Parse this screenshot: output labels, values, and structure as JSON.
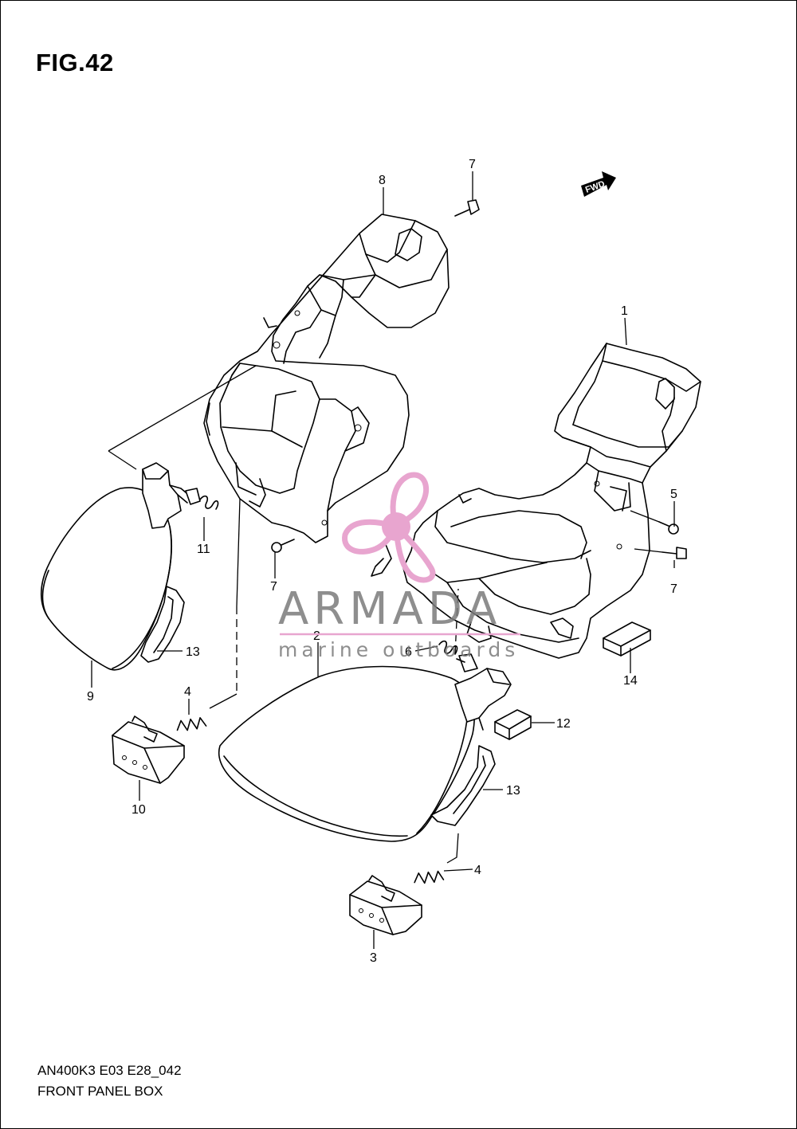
{
  "figure": {
    "title": "FIG.42",
    "model_code": "AN400K3 E03 E28_042",
    "name": "FRONT PANEL BOX",
    "direction_label": "FWD"
  },
  "watermark": {
    "brand": "ARMADA",
    "tagline": "marine outboards",
    "logo_color": "#e8a5cf",
    "text_color": "#7b7b7b"
  },
  "callouts": [
    {
      "id": "c8",
      "label": "8"
    },
    {
      "id": "c7a",
      "label": "7"
    },
    {
      "id": "c1",
      "label": "1"
    },
    {
      "id": "c5",
      "label": "5"
    },
    {
      "id": "c7b",
      "label": "7"
    },
    {
      "id": "c7c",
      "label": "7"
    },
    {
      "id": "c11",
      "label": "11"
    },
    {
      "id": "c13a",
      "label": "13"
    },
    {
      "id": "c9",
      "label": "9"
    },
    {
      "id": "c2",
      "label": "2"
    },
    {
      "id": "c6",
      "label": "6"
    },
    {
      "id": "c14",
      "label": "14"
    },
    {
      "id": "c4a",
      "label": "4"
    },
    {
      "id": "c12",
      "label": "12"
    },
    {
      "id": "c10",
      "label": "10"
    },
    {
      "id": "c13b",
      "label": "13"
    },
    {
      "id": "c4b",
      "label": "4"
    },
    {
      "id": "c3",
      "label": "3"
    }
  ]
}
